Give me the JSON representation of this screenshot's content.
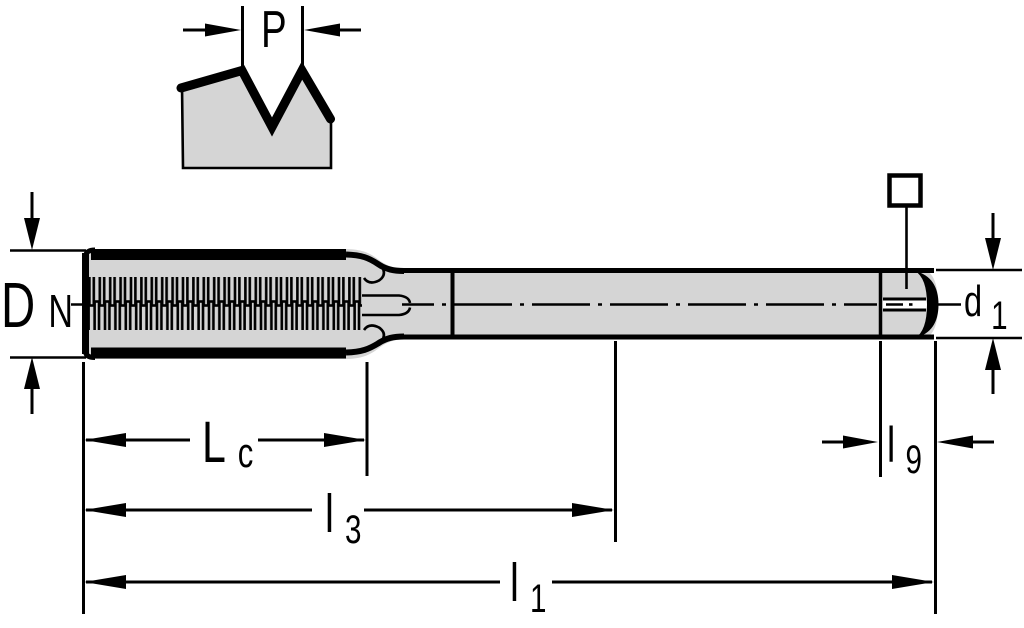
{
  "diagram": {
    "type": "engineering-drawing",
    "subject": "tap-with-square-drive-shank",
    "colors": {
      "background": "#ffffff",
      "body_fill": "#d5d5d5",
      "line": "#000000"
    },
    "symbols": {
      "square_drive": "open-square"
    },
    "dimensions": {
      "pitch": {
        "label": "P"
      },
      "nominal_diameter": {
        "base": "D",
        "subscript": "N"
      },
      "shank_diameter": {
        "base": "d",
        "subscript": "1"
      },
      "chamfer_length": {
        "base": "L",
        "subscript": "c"
      },
      "thread_length": {
        "base": "l",
        "subscript": "3"
      },
      "overall_length": {
        "base": "l",
        "subscript": "1"
      },
      "square_length": {
        "base": "l",
        "subscript": "9"
      }
    }
  }
}
